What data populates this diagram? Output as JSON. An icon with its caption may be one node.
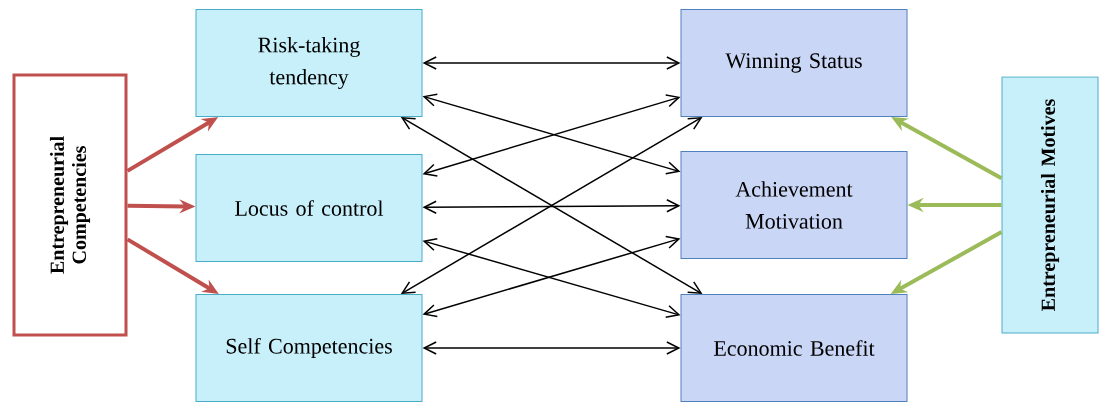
{
  "diagram": {
    "nodes": [
      {
        "text": [
          "Entrepreneurial Competencies"
        ]
      },
      {
        "text": [
          "Risk-taking tendency"
        ]
      },
      {
        "text": [
          "Locus of control"
        ]
      },
      {
        "text": [
          "Self Competencies"
        ]
      },
      {
        "text": [
          "Winning Status"
        ]
      },
      {
        "text": [
          "Achievement Motivation"
        ]
      },
      {
        "text": [
          "Economic Benefit"
        ]
      },
      {
        "text": [
          "Entrepreneurial Motives"
        ]
      }
    ],
    "edges": [
      {
        "from": 0,
        "to": 1,
        "arrow": "to",
        "style": "thick",
        "color": "#c0504d"
      },
      {
        "from": 0,
        "to": 2,
        "arrow": "to",
        "style": "thick",
        "color": "#c0504d"
      },
      {
        "from": 0,
        "to": 3,
        "arrow": "to",
        "style": "thick",
        "color": "#c0504d"
      },
      {
        "from": 7,
        "to": 4,
        "arrow": "to",
        "style": "thick",
        "color": "#9bbb59"
      },
      {
        "from": 7,
        "to": 5,
        "arrow": "to",
        "style": "thick",
        "color": "#9bbb59"
      },
      {
        "from": 7,
        "to": 6,
        "arrow": "to",
        "style": "thick",
        "color": "#9bbb59"
      },
      {
        "from": 1,
        "to": 4,
        "arrow": "both"
      },
      {
        "from": 1,
        "to": 5,
        "arrow": "both"
      },
      {
        "from": 1,
        "to": 6,
        "arrow": "both"
      },
      {
        "from": 2,
        "to": 4,
        "arrow": "both"
      },
      {
        "from": 2,
        "to": 5,
        "arrow": "both"
      },
      {
        "from": 2,
        "to": 6,
        "arrow": "both"
      },
      {
        "from": 3,
        "to": 4,
        "arrow": "both"
      },
      {
        "from": 3,
        "to": 5,
        "arrow": "both"
      },
      {
        "from": 3,
        "to": 6,
        "arrow": "both"
      }
    ]
  }
}
